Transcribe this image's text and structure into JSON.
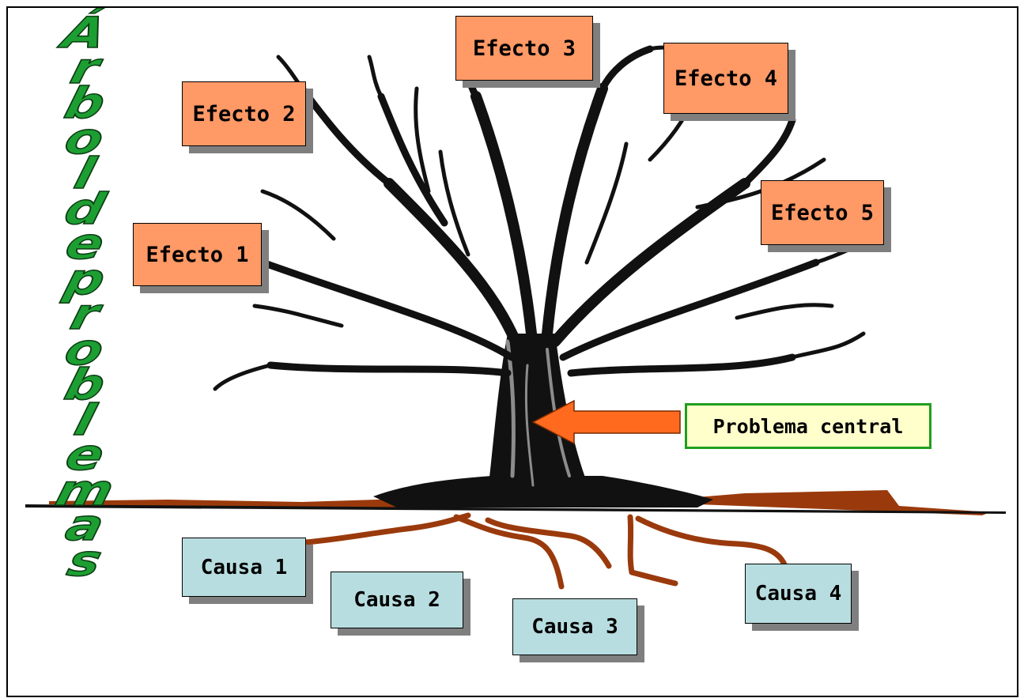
{
  "title_letters": [
    "Á",
    "r",
    "b",
    "o",
    "l",
    "d",
    "e",
    "p",
    "r",
    "o",
    "b",
    "l",
    "e",
    "m",
    "a",
    "s"
  ],
  "effects": [
    "Efecto 1",
    "Efecto 2",
    "Efecto 3",
    "Efecto 4",
    "Efecto 5"
  ],
  "causes": [
    "Causa 1",
    "Causa 2",
    "Causa 3",
    "Causa 4"
  ],
  "central_problem": "Problema central",
  "colors": {
    "title": "#1d9e32",
    "effect_box": "#ff9966",
    "cause_box": "#b8dde0",
    "problem_box": "#ffffcc",
    "problem_border": "#1f9e1f",
    "arrow": "#ff6a1f",
    "roots": "#9a3a0c",
    "tree": "#111111",
    "tree_highlight": "#8c8c8c"
  }
}
